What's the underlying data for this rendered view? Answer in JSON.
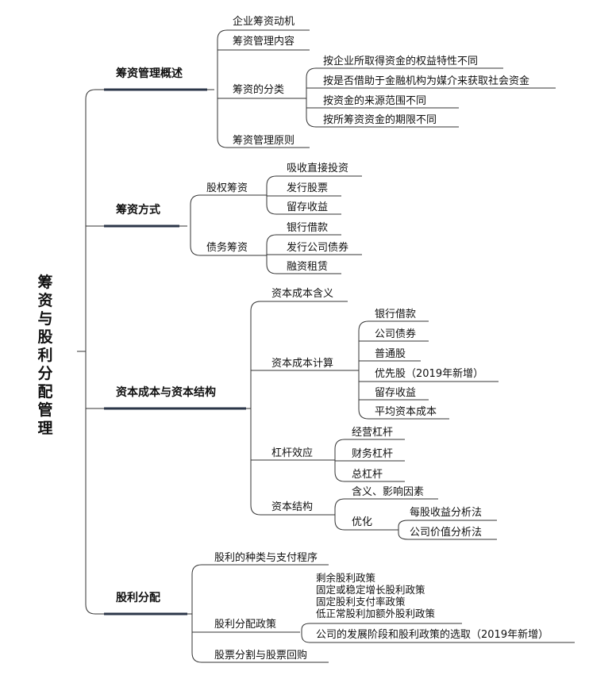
{
  "root": {
    "chars": [
      "筹",
      "资",
      "与",
      "股",
      "利",
      "分",
      "配",
      "管",
      "理"
    ]
  },
  "branches": {
    "b1": {
      "label": "筹资管理概述",
      "items": {
        "motive": "企业筹资动机",
        "content": "筹资管理内容",
        "classify": {
          "label": "筹资的分类",
          "items": [
            "按企业所取得资金的权益特性不同",
            "按是否借助于金融机构为媒介来获取社会资金",
            "按资金的来源范围不同",
            "按所筹资资金的期限不同"
          ]
        },
        "principle": "筹资管理原则"
      }
    },
    "b2": {
      "label": "筹资方式",
      "equity": {
        "label": "股权筹资",
        "items": [
          "吸收直接投资",
          "发行股票",
          "留存收益"
        ]
      },
      "debt": {
        "label": "债务筹资",
        "items": [
          "银行借款",
          "发行公司债券",
          "融资租赁"
        ]
      }
    },
    "b3": {
      "label": "资本成本与资本结构",
      "meaning": "资本成本含义",
      "calc": {
        "label": "资本成本计算",
        "items": [
          "银行借款",
          "公司债券",
          "普通股",
          "优先股（2019年新增）",
          "留存收益",
          "平均资本成本"
        ]
      },
      "leverage": {
        "label": "杠杆效应",
        "items": [
          "经营杠杆",
          "财务杠杆",
          "总杠杆"
        ]
      },
      "structure": {
        "label": "资本结构",
        "meaning": "含义、影响因素",
        "optimize": {
          "label": "优化",
          "items": [
            "每股收益分析法",
            "公司价值分析法"
          ]
        }
      }
    },
    "b4": {
      "label": "股利分配",
      "types": "股利的种类与支付程序",
      "policy": {
        "label": "股利分配政策",
        "items": [
          "剩余股利政策",
          "固定或稳定增长股利政策",
          "固定股利支付率政策",
          "低正常股利加额外股利政策"
        ],
        "stage": "公司的发展阶段和股利政策的选取（2019年新增）"
      },
      "split": "股票分割与股票回购"
    }
  }
}
